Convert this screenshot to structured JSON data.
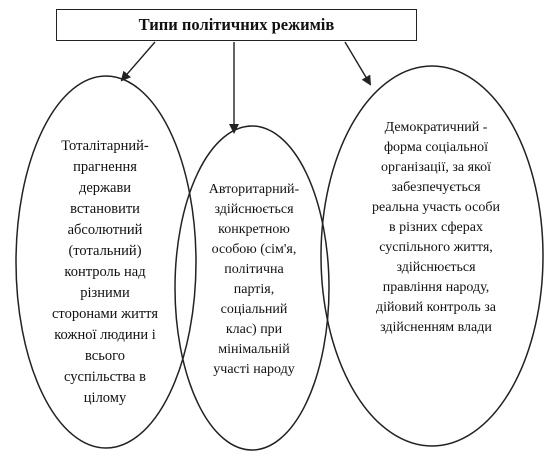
{
  "title": "Типи політичних режимів",
  "nodes": [
    {
      "id": "left",
      "text": "Тоталітарний-\nпрагнення\nдержави\nвстановити\nабсолютний\n(тотальний)\nконтроль над\nрізними\nсторонами життя\nкожної людини і\nвсього\nсуспільства в\nцілому"
    },
    {
      "id": "middle",
      "text": "Авторитарний-\nздійснюється\nконкретною\nособою (сім'я,\nполітична\nпартія,\nсоціальний\nклас) при\nмінімальній\nучасті народу"
    },
    {
      "id": "right",
      "text": "Демократичний -\nформа соціальної\nорганізації, за якої\nзабезпечується\nреальна участь особи\nв різних сферах\nсуспільного життя,\nздійснюється\nправління народу,\nдійовий контроль за\nздійсненням влади"
    }
  ]
}
